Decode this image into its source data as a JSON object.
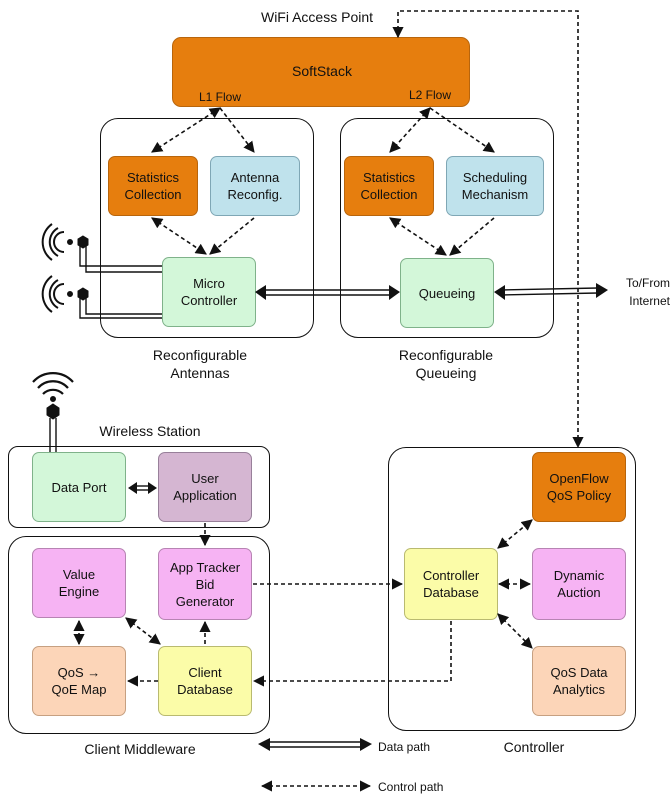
{
  "title": "WiFi Access Point",
  "softstack": {
    "label": "SoftStack",
    "l1_flow": "L1 Flow",
    "l2_flow": "L2 Flow"
  },
  "antennas_group": {
    "stats": "Statistics\nCollection",
    "reconfig": "Antenna\nReconfig.",
    "micro": "Micro\nController",
    "caption": "Reconfigurable\nAntennas"
  },
  "queueing_group": {
    "stats": "Statistics\nCollection",
    "sched": "Scheduling\nMechanism",
    "queue": "Queueing",
    "caption": "Reconfigurable\nQueueing"
  },
  "internet_label": "To/From\nInternet",
  "wireless_station": {
    "title": "Wireless Station",
    "data_port": "Data Port",
    "user_app": "User\nApplication"
  },
  "client_middleware": {
    "caption": "Client Middleware",
    "value_engine": "Value\nEngine",
    "app_tracker": "App Tracker\nBid\nGenerator",
    "qos_map": "QoS →\nQoE Map",
    "client_db": "Client\nDatabase"
  },
  "controller": {
    "caption": "Controller",
    "openflow": "OpenFlow\nQoS Policy",
    "controller_db": "Controller\nDatabase",
    "auction": "Dynamic\nAuction",
    "analytics": "QoS Data\nAnalytics"
  },
  "legend": {
    "data_path": "Data path",
    "control_path": "Control path"
  },
  "colors": {
    "orange": "#e67e0e",
    "light_blue": "#bfe2ec",
    "light_green": "#d3f7d9",
    "purple": "#d5b6d2",
    "pink": "#f6b3f3",
    "yellow": "#fbfca8",
    "peach": "#fcd5b8"
  }
}
